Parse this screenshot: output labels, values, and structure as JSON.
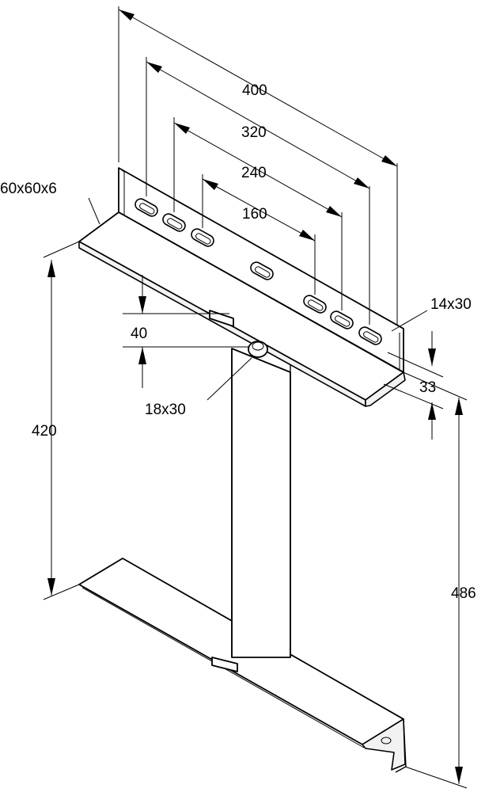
{
  "dimensions": {
    "width_400": "400",
    "width_320": "320",
    "width_240": "240",
    "width_160": "160",
    "angle_profile": "60x60x6",
    "slot_size": "14x30",
    "offset_40": "40",
    "pin_slot": "18x30",
    "height_33": "33",
    "height_420": "420",
    "height_486": "486"
  }
}
